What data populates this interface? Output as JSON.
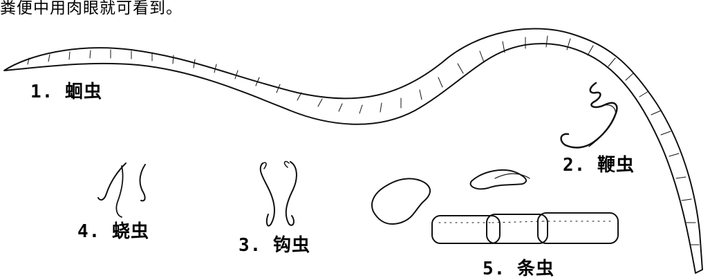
{
  "header": {
    "text": "粪便中用肉眼就可看到。"
  },
  "labels": {
    "ascaris": "1. 蛔虫",
    "whipworm": "2. 鞭虫",
    "hookworm": "3. 钩虫",
    "pinworm": "4. 蛲虫",
    "tapeworm": "5. 条虫"
  },
  "stroke_color": "#111111"
}
